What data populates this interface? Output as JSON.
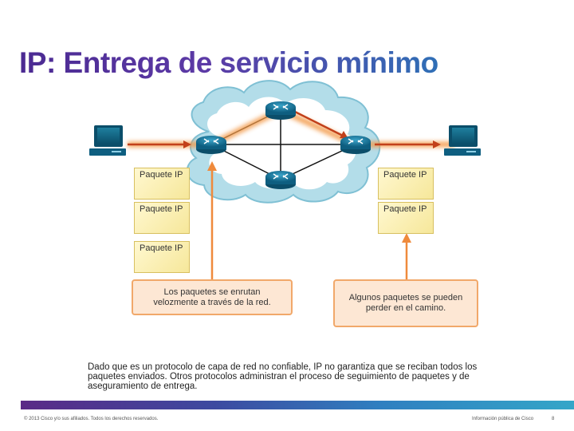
{
  "title": "IP: Entrega de servicio mínimo",
  "packets": {
    "left": [
      "Paquete IP",
      "Paquete IP",
      "Paquete IP"
    ],
    "right": [
      "Paquete IP",
      "Paquete IP"
    ]
  },
  "callouts": {
    "left": "Los paquetes se enrutan velozmente a través de la red.",
    "right": "Algunos paquetes se pueden perder en el camino."
  },
  "description": "Dado que es un protocolo de capa de red no confiable, IP no garantiza que se reciban todos los paquetes enviados. Otros protocolos administran el proceso de seguimiento de paquetes y de aseguramiento de entrega.",
  "footer": {
    "copyright": "© 2013 Cisco y/o sus afiliados. Todos los derechos reservados.",
    "classification": "Información pública de Cisco",
    "page": "8"
  },
  "colors": {
    "cloud": "#a9d9e6",
    "router": "#1c7c9e",
    "arrow": "#ef8a3c",
    "callout_fill": "#fde7d4"
  },
  "icons": [
    "computer-icon",
    "router-icon",
    "cloud-icon"
  ]
}
